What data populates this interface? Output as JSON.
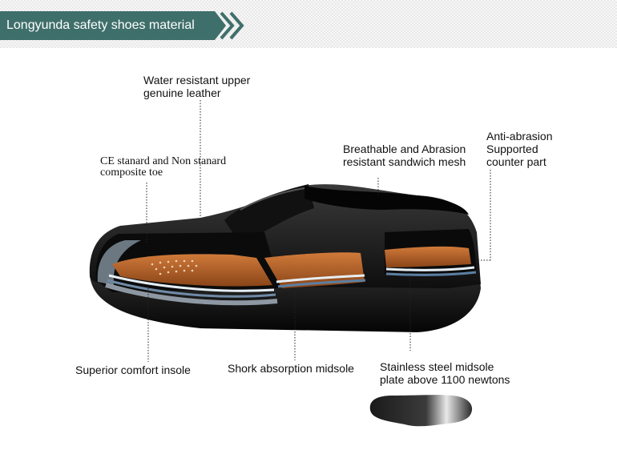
{
  "header": {
    "title": "Longyunda safety shoes material chart"
  },
  "colors": {
    "header_bg": "#3f6f6b",
    "leather": "#151515",
    "insole": "#b5612a"
  },
  "labels": {
    "upper": {
      "line1": "Water resistant upper",
      "line2": "genuine leather"
    },
    "toe": {
      "line1": "CE stanard and Non stanard",
      "line2": "composite toe"
    },
    "mesh": {
      "line1": "Breathable and Abrasion",
      "line2": "resistant sandwich mesh"
    },
    "counter": {
      "line1": "Anti-abrasion",
      "line2": "Supported",
      "line3": "counter part"
    },
    "insole": {
      "line1": "Superior comfort insole"
    },
    "midsole": {
      "line1": "Shork absorption midsole"
    },
    "steel": {
      "line1": "Stainless steel midsole",
      "line2": "plate above 1100 newtons"
    }
  }
}
